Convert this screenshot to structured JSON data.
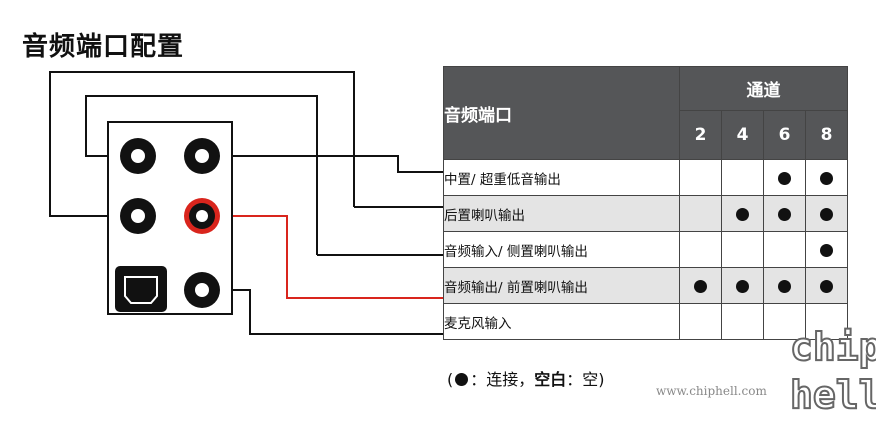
{
  "title": "音频端口配置",
  "table": {
    "port_header": "音频端口",
    "channel_header": "通道",
    "channels": [
      "2",
      "4",
      "6",
      "8"
    ],
    "rows": [
      {
        "label": "中置/ 超重低音输出",
        "marks": [
          false,
          false,
          true,
          true
        ]
      },
      {
        "label": "后置喇叭输出",
        "marks": [
          false,
          true,
          true,
          true
        ]
      },
      {
        "label": "音频输入/ 侧置喇叭输出",
        "marks": [
          false,
          false,
          false,
          true
        ]
      },
      {
        "label": "音频输出/ 前置喇叭输出",
        "marks": [
          true,
          true,
          true,
          true
        ]
      },
      {
        "label": "麦克风输入",
        "marks": [
          false,
          false,
          false,
          false
        ]
      }
    ]
  },
  "legend": {
    "open": "(",
    "dot_desc": "：连接，",
    "blank_bold": "空白",
    "blank_desc": "：空)"
  },
  "watermark": {
    "url": "www.chiphell.com",
    "logo_top": "chip",
    "logo_bottom": "hell"
  },
  "colors": {
    "header_bg": "#555658",
    "row_shade": "#e4e4e4",
    "highlight_line": "#d9251d"
  }
}
